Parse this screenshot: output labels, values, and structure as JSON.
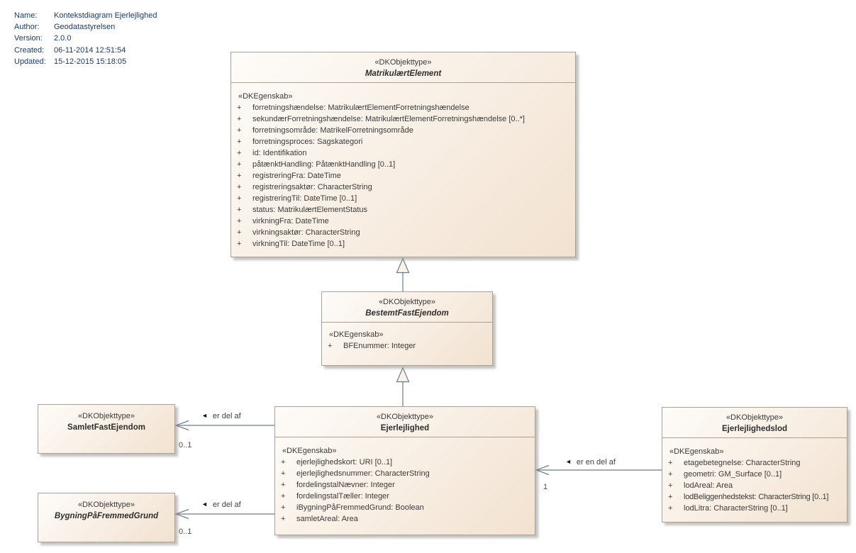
{
  "meta": {
    "rows": [
      {
        "label": "Name:",
        "value": "Kontekstdiagram Ejerlejlighed"
      },
      {
        "label": "Author:",
        "value": "Geodatastyrelsen"
      },
      {
        "label": "Version:",
        "value": "2.0.0"
      },
      {
        "label": "Created:",
        "value": "06-11-2014 12:51:54"
      },
      {
        "label": "Updated:",
        "value": "15-12-2015 15:18:05"
      }
    ]
  },
  "classes": {
    "matrikulaertElement": {
      "stereotype": "«DKObjekttype»",
      "name": "MatrikulærtElement",
      "propertyStereotype": "«DKEgenskab»",
      "attributes": [
        {
          "v": "+",
          "t": "forretningshændelse: MatrikulærtElementForretningshændelse"
        },
        {
          "v": "+",
          "t": "sekundærForretningshændelse: MatrikulærtElementForretningshændelse [0..*]"
        },
        {
          "v": "+",
          "t": "forretningsområde: MatrikelForretningsområde"
        },
        {
          "v": "+",
          "t": "forretningsproces: Sagskategori"
        },
        {
          "v": "+",
          "t": "id: Identifikation"
        },
        {
          "v": "+",
          "t": "påtænktHandling: PåtænktHandling [0..1]"
        },
        {
          "v": "+",
          "t": "registreringFra: DateTime"
        },
        {
          "v": "+",
          "t": "registreringsaktør: CharacterString"
        },
        {
          "v": "+",
          "t": "registreringTil: DateTime [0..1]"
        },
        {
          "v": "+",
          "t": "status: MatrikulærtElementStatus"
        },
        {
          "v": "+",
          "t": "virkningFra: DateTime"
        },
        {
          "v": "+",
          "t": "virkningsaktør: CharacterString"
        },
        {
          "v": "+",
          "t": "virkningTil: DateTime [0..1]"
        }
      ]
    },
    "bestemtFastEjendom": {
      "stereotype": "«DKObjekttype»",
      "name": "BestemtFastEjendom",
      "propertyStereotype": "«DKEgenskab»",
      "attributes": [
        {
          "v": "+",
          "t": "BFEnummer: Integer"
        }
      ]
    },
    "ejerlejlighed": {
      "stereotype": "«DKObjekttype»",
      "name": "Ejerlejlighed",
      "propertyStereotype": "«DKEgenskab»",
      "attributes": [
        {
          "v": "+",
          "t": "ejerlejlighedskort: URI [0..1]"
        },
        {
          "v": "+",
          "t": "ejerlejlighedsnummer: CharacterString"
        },
        {
          "v": "+",
          "t": "fordelingstalNævner: Integer"
        },
        {
          "v": "+",
          "t": "fordelingstalTæller: Integer"
        },
        {
          "v": "+",
          "t": "iBygningPåFremmedGrund: Boolean"
        },
        {
          "v": "+",
          "t": "samletAreal: Area"
        }
      ]
    },
    "samletFastEjendom": {
      "stereotype": "«DKObjekttype»",
      "name": "SamletFastEjendom"
    },
    "bygningPaaFremmedGrund": {
      "stereotype": "«DKObjekttype»",
      "name": "BygningPåFremmedGrund"
    },
    "ejerlejlighedslod": {
      "stereotype": "«DKObjekttype»",
      "name": "Ejerlejlighedslod",
      "propertyStereotype": "«DKEgenskab»",
      "attributes": [
        {
          "v": "+",
          "t": "etagebetegnelse: CharacterString"
        },
        {
          "v": "+",
          "t": "geometri: GM_Surface [0..1]"
        },
        {
          "v": "+",
          "t": "lodAreal: Area"
        },
        {
          "v": "+",
          "t": "lodBeliggenhedstekst: CharacterString [0..1]"
        },
        {
          "v": "+",
          "t": "lodLitra: CharacterString [0..1]"
        }
      ]
    }
  },
  "relations": {
    "samlet": {
      "marker": "◄",
      "label": "er del af",
      "multiplicity": "0..1"
    },
    "bygning": {
      "marker": "◄",
      "label": "er del af",
      "multiplicity": "0..1"
    },
    "lod": {
      "marker": "◄",
      "label": "er en del af",
      "multiplicity": "1"
    }
  },
  "colors": {
    "background": "#ffffff",
    "boxFillLight": "#fefcf9",
    "boxFillDark": "#f2e2d0",
    "boxBorder": "#a9a096",
    "connector": "#6e7b8b",
    "metaText": "#1b3a66",
    "attributeText": "#3a3a3a"
  }
}
